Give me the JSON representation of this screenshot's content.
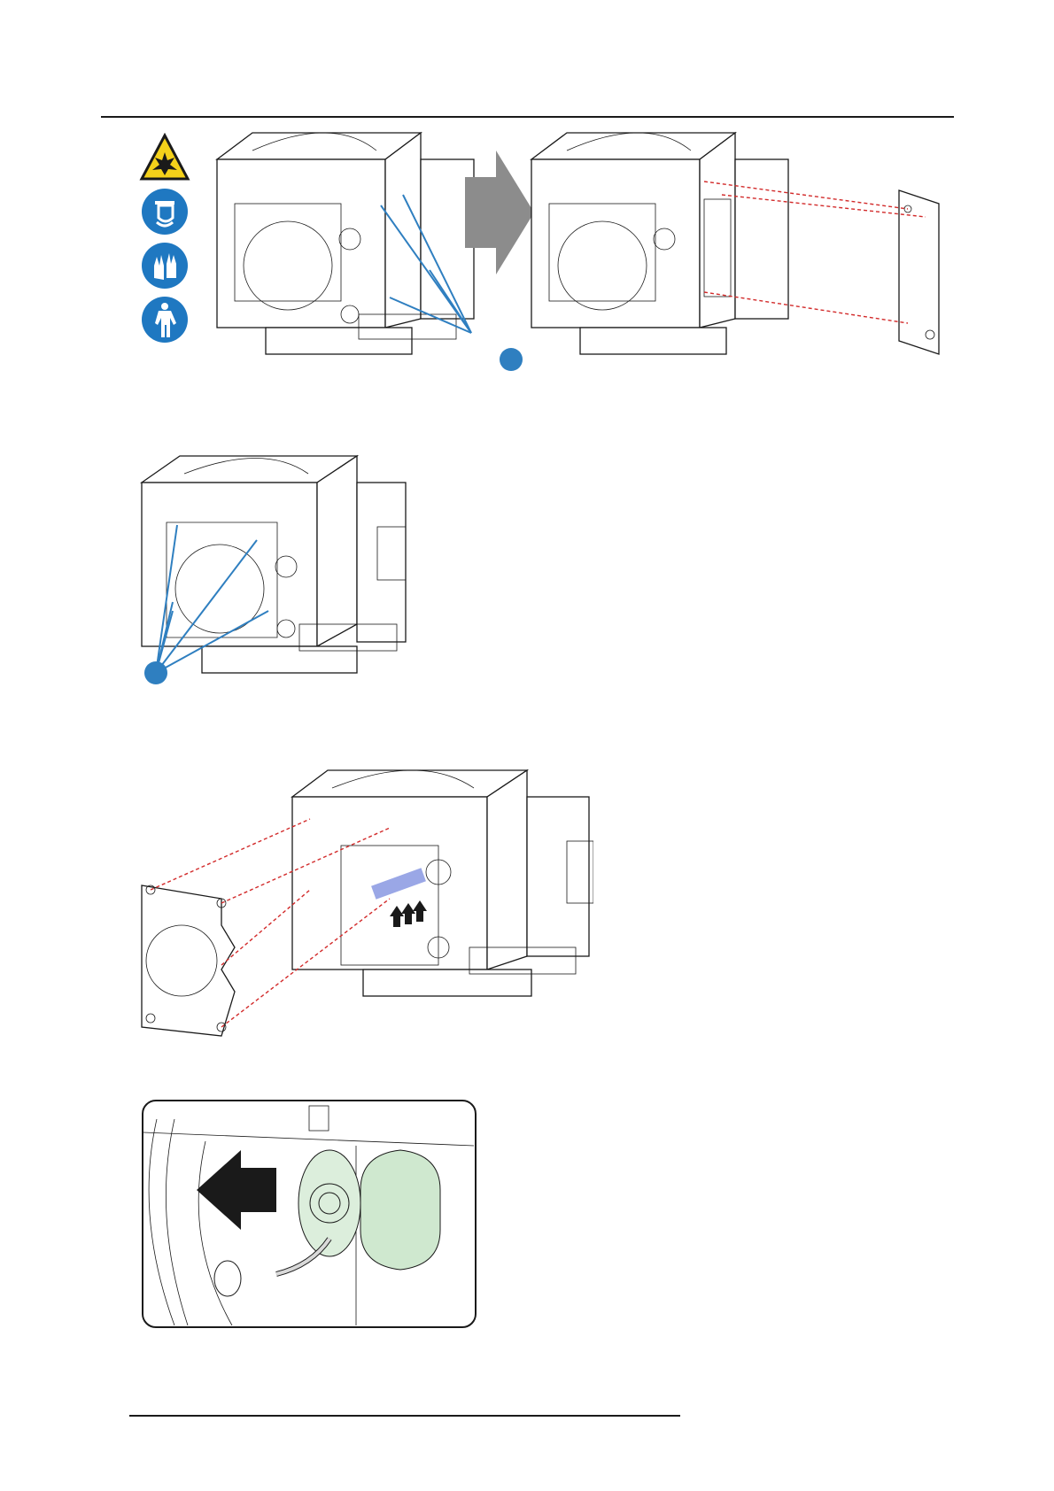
{
  "page": {
    "figures": [
      {
        "id": "remove-side-cover",
        "marker_number": ""
      },
      {
        "id": "release-front-plate-screws",
        "marker_number": ""
      },
      {
        "id": "remove-front-plate",
        "marker_number": ""
      },
      {
        "id": "lamp-pull-out-detail",
        "marker_number": ""
      }
    ],
    "safety_symbols": [
      "explosion-hazard-icon",
      "face-shield-icon",
      "protective-gloves-icon",
      "protective-clothing-icon"
    ]
  },
  "colors": {
    "callout_blue": "#2f7fc0",
    "guide_red": "#d22a2a",
    "arrow_grey": "#8c8c8c",
    "warning_yellow": "#f4d11a",
    "lamp_green": "#cfe8cf",
    "lamp_blue": "#9aa7e6"
  }
}
